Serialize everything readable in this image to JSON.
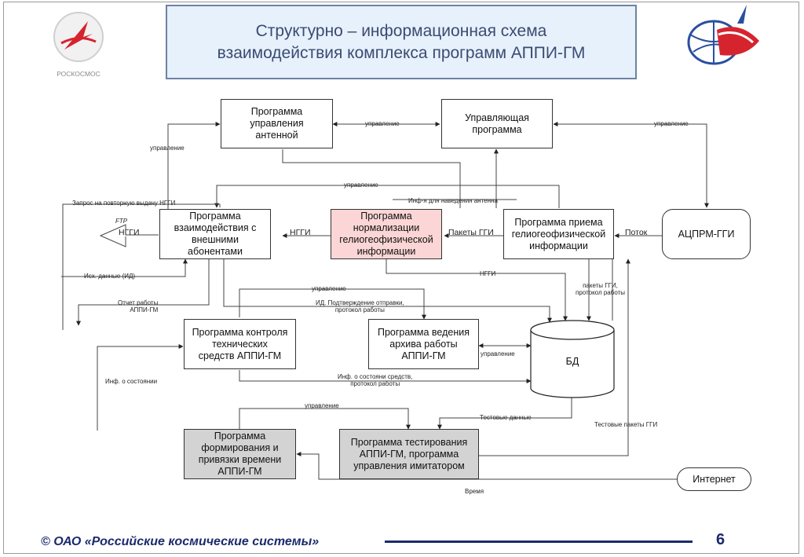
{
  "slide": {
    "title_line1": "Структурно – информационная схема",
    "title_line2": "взаимодействия комплекса программ АППИ-ГМ",
    "logo_left_text": "РОСКОСМОС",
    "footer": "© ОАО «Российские космические системы»",
    "page_number": "6"
  },
  "colors": {
    "title_bg": "#e7f1fb",
    "pink_box": "#fcd6d6",
    "gray_box": "#d3d3d3",
    "footer": "#1b2a6d",
    "logo_red": "#d6242f",
    "logo_blue": "#2a4fa0"
  },
  "nodes": {
    "antenna": "Программа\nуправления\nантенной",
    "control": "Управляющая\nпрограмма",
    "interaction": "Программа\nвзаимодействия с\nвнешними\nабонентами",
    "normalization": "Программа\nнормализации\nгелиогеофизической\nинформации",
    "reception": "Программа приема\nгелиогеофизической\nинформации",
    "acprm": "АЦПРМ-ГГИ",
    "hw_control": "Программа контроля\nтехнических\nсредств АППИ-ГМ",
    "archive": "Программа ведения\nархива работы\nАППИ-ГМ",
    "db": "БД",
    "time": "Программа\nформирования и\nпривязки времени\nАППИ-ГМ",
    "testing": "Программа тестирования\nАППИ-ГМ, программа\nуправления имитатором",
    "internet": "Интернет"
  },
  "labels": {
    "ctrl1": "управление",
    "ctrl2": "управление",
    "ctrl3": "управление",
    "ctrl4": "управление",
    "ctrl5": "управление",
    "ctrl6": "управление",
    "ctrl7": "управление",
    "request": "Запрос на повторную выдачу НГГИ",
    "aim": "Инф-я для наведения антенна",
    "ftp": "FTP",
    "nggi_out": "НГГИ",
    "nggi_mid": "НГГИ",
    "nggi_db": "НГГИ",
    "packets": "Пакеты ГГИ",
    "flow": "Поток",
    "src_data": "Исх. данные (ИД)",
    "report": "Отчет работы\nАППИ-ГМ",
    "confirm": "ИД. Подтверждение отправки,\nпротокол работы",
    "pkt_proto": "пакеты ГГИ,\nпротокол работы",
    "state": "Инф. о состоянии",
    "state_means": "Инф. о состояни средств,\nпротокол работы",
    "test_data": "Тестовые данные",
    "test_packets": "Тестовые пакеты ГГИ",
    "time_lbl": "Время"
  }
}
